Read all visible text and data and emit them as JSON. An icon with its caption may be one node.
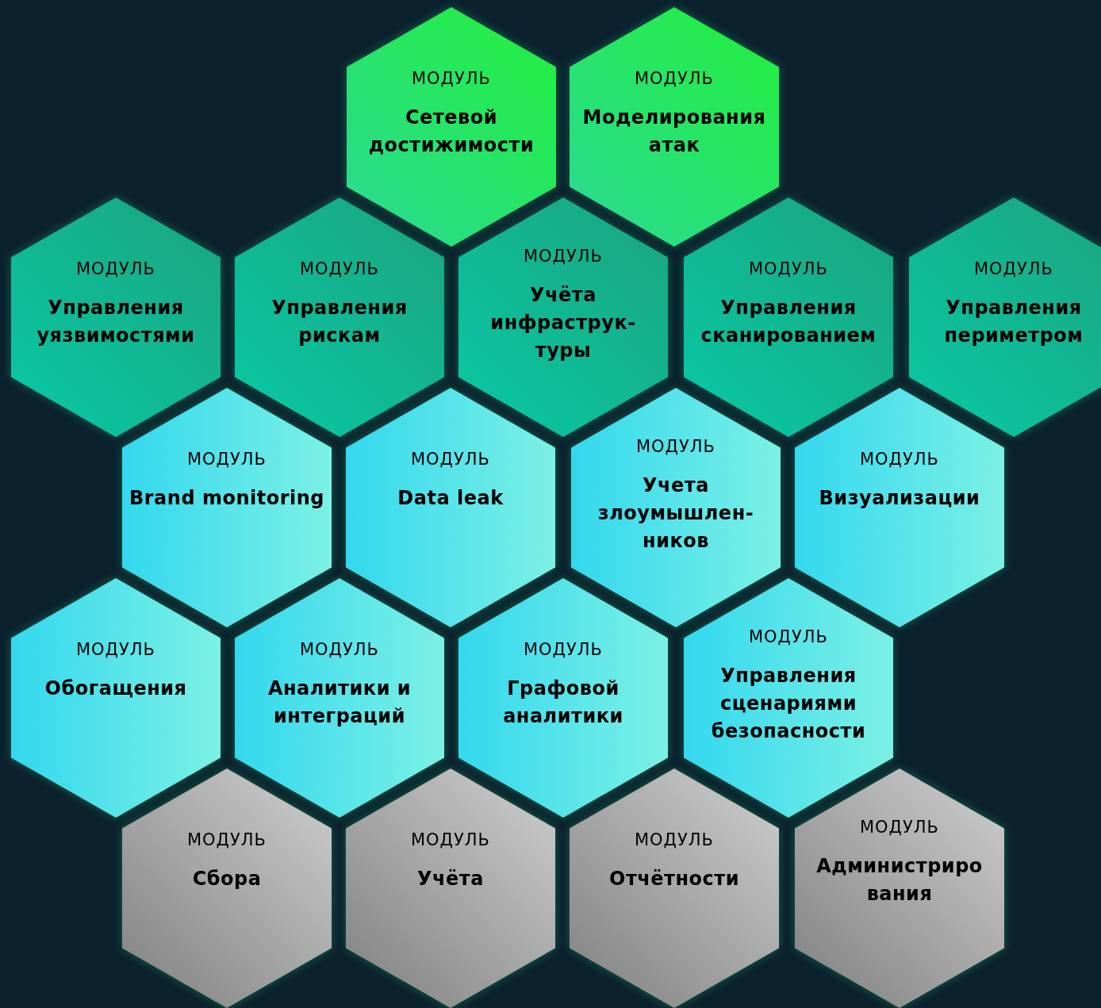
{
  "diagram": {
    "nodes": [
      {
        "text": [
          "МОДУЛЬ",
          "Сетевой достижимости"
        ]
      },
      {
        "text": [
          "МОДУЛЬ",
          "Моделирования атак"
        ]
      },
      {
        "text": [
          "МОДУЛЬ",
          "Управления уязвимостями"
        ]
      },
      {
        "text": [
          "МОДУЛЬ",
          "Управления рискам"
        ]
      },
      {
        "text": [
          "МОДУЛЬ",
          "Учёта инфраструк- туры"
        ]
      },
      {
        "text": [
          "МОДУЛЬ",
          "Управления сканированием"
        ]
      },
      {
        "text": [
          "МОДУЛЬ",
          "Управления периметром"
        ]
      },
      {
        "text": [
          "МОДУЛЬ",
          "Brand monitoring"
        ]
      },
      {
        "text": [
          "МОДУЛЬ",
          "Data leak"
        ]
      },
      {
        "text": [
          "МОДУЛЬ",
          "Учета злоумышлен- ников"
        ]
      },
      {
        "text": [
          "МОДУЛЬ",
          "Визуализации"
        ]
      },
      {
        "text": [
          "МОДУЛЬ",
          "Обогащения"
        ]
      },
      {
        "text": [
          "МОДУЛЬ",
          "Аналитики и интеграций"
        ]
      },
      {
        "text": [
          "МОДУЛЬ",
          "Графовой аналитики"
        ]
      },
      {
        "text": [
          "МОДУЛЬ",
          "Управления сценариями безопасности"
        ]
      },
      {
        "text": [
          "МОДУЛЬ",
          "Сбора"
        ]
      },
      {
        "text": [
          "МОДУЛЬ",
          "Учёта"
        ]
      },
      {
        "text": [
          "МОДУЛЬ",
          "Отчётности"
        ]
      },
      {
        "text": [
          "МОДУЛЬ",
          "Администриро вания"
        ]
      }
    ]
  }
}
